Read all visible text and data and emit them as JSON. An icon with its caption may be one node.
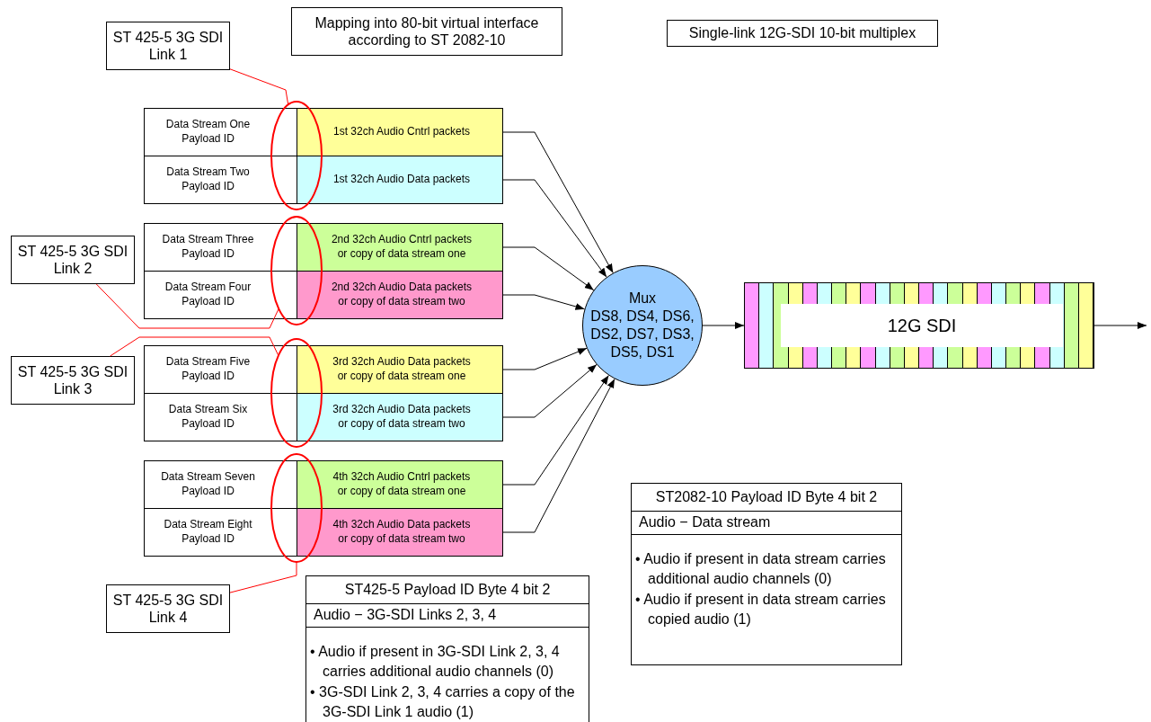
{
  "diagram": {
    "nodes": [
      {
        "text": [
          "Mapping into 80-bit virtual interface according to ST 2082-10"
        ]
      },
      {
        "text": [
          "Single-link 12G-SDI 10-bit multiplex"
        ]
      },
      {
        "text": [
          "ST 425-5 3G SDI Link 1"
        ]
      },
      {
        "text": [],
        "shape": "ellipse"
      },
      {
        "text": [
          "Data Stream One Payload ID"
        ]
      },
      {
        "text": [
          "1st 32ch Audio Cntrl packets"
        ]
      },
      {
        "text": [
          "Data Stream Two Payload ID"
        ]
      },
      {
        "text": [
          "1st 32ch Audio Data packets"
        ]
      },
      {
        "text": [],
        "shape": "ellipse"
      },
      {
        "text": [
          "Data Stream Three Payload ID"
        ]
      },
      {
        "text": [
          "2nd 32ch Audio Cntrl packets or copy of data stream one"
        ]
      },
      {
        "text": [
          "ST 425-5 3G SDI Link 2"
        ]
      },
      {
        "text": [
          "Data Stream Four Payload ID"
        ]
      },
      {
        "text": [
          "2nd 32ch Audio Data packets or copy of data stream two"
        ]
      },
      {
        "text": [
          "Mux",
          "DS8, DS4, DS6, DS2, DS7, DS3, DS5, DS1"
        ]
      },
      {
        "text": [
          "12G SDI"
        ]
      },
      {
        "text": [],
        "shape": "ellipse"
      },
      {
        "text": [
          "Data Stream Five Payload ID"
        ]
      },
      {
        "text": [
          "3rd 32ch Audio Data packets or copy of data stream one"
        ]
      },
      {
        "text": [
          "ST 425-5 3G SDI Link 3"
        ]
      },
      {
        "text": [
          "Data Stream Six Payload ID"
        ]
      },
      {
        "text": [
          "3rd 32ch Audio Data packets or copy of data stream two"
        ]
      },
      {
        "text": [],
        "shape": "ellipse"
      },
      {
        "text": [
          "Data Stream Seven Payload ID"
        ]
      },
      {
        "text": [
          "4th 32ch Audio Cntrl packets or copy of data stream one"
        ]
      },
      {
        "text": [
          "Data Stream Eight Payload ID"
        ]
      },
      {
        "text": [
          "4th 32ch Audio Data packets or copy of data stream two"
        ]
      },
      {
        "text": [
          "ST2082-10 Payload ID Byte 4 bit 2",
          "Audio − Data stream",
          "• Audio if present in data stream carries additional audio channels (0)",
          "• Audio if present in data stream carries copied audio (1)"
        ]
      },
      {
        "text": [
          "ST 425-5 3G SDI Link 4"
        ]
      },
      {
        "text": [
          "ST425-5 Payload ID Byte 4 bit 2",
          "Audio − 3G-SDI Links 2, 3, 4",
          "• Audio if present in 3G-SDI Link 2, 3, 4 carries additional audio channels (0)",
          "• 3G-SDI Link 2, 3, 4 carries a copy of the 3G-SDI Link 1 audio (1)"
        ]
      }
    ],
    "edges": [
      {
        "from": 5,
        "to": 14,
        "arrow": "to"
      },
      {
        "from": 7,
        "to": 14,
        "arrow": "to"
      },
      {
        "from": 10,
        "to": 14,
        "arrow": "to"
      },
      {
        "from": 13,
        "to": 14,
        "arrow": "to"
      },
      {
        "from": 18,
        "to": 14,
        "arrow": "to"
      },
      {
        "from": 21,
        "to": 14,
        "arrow": "to"
      },
      {
        "from": 24,
        "to": 14,
        "arrow": "to"
      },
      {
        "from": 26,
        "to": 14,
        "arrow": "to"
      },
      {
        "from": 14,
        "to": 15,
        "arrow": "to"
      },
      {
        "from": 15,
        "to": null,
        "arrow": "to"
      },
      {
        "from": 2,
        "to": 3,
        "arrow": "none",
        "color": "#ff0000"
      },
      {
        "from": 11,
        "to": 8,
        "arrow": "none",
        "color": "#ff0000"
      },
      {
        "from": 19,
        "to": 16,
        "arrow": "none",
        "color": "#ff0000"
      },
      {
        "from": 28,
        "to": 22,
        "arrow": "none",
        "color": "#ff0000"
      }
    ]
  }
}
